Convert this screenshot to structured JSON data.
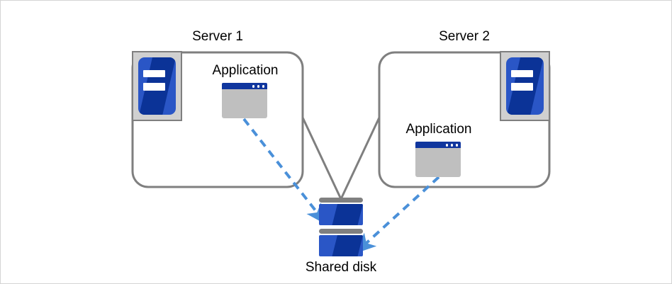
{
  "diagram": {
    "title_hidden": "",
    "colors": {
      "box_stroke": "#7f7f7f",
      "connector": "#7f7f7f",
      "arrow": "#4a90d9",
      "icon_blue": "#2a56c6",
      "icon_blue_dark": "#0b3397",
      "icon_frame_gray": "#d0d0d0",
      "window_body_gray": "#bfbfbf",
      "titlebar_blue": "#10369e",
      "canvas_border": "#d4d4d4",
      "text": "#000000"
    },
    "servers": [
      {
        "id": "server-1",
        "label": "Server 1",
        "app_label": "Application",
        "machine_icon": "server-machine-icon",
        "app_icon": "application-window-icon"
      },
      {
        "id": "server-2",
        "label": "Server 2",
        "app_label": "Application",
        "machine_icon": "server-machine-icon",
        "app_icon": "application-window-icon"
      }
    ],
    "storage": {
      "id": "shared-disk",
      "label": "Shared disk",
      "icon": "database-disk-icon"
    },
    "connections": [
      {
        "from": "server-1",
        "to": "shared-disk",
        "style": "solid",
        "kind": "cluster-link"
      },
      {
        "from": "server-2",
        "to": "shared-disk",
        "style": "solid",
        "kind": "cluster-link"
      },
      {
        "from": "server-1-application",
        "to": "shared-disk",
        "style": "dashed",
        "kind": "data-access-arrow"
      },
      {
        "from": "server-2-application",
        "to": "shared-disk",
        "style": "dashed",
        "kind": "data-access-arrow"
      }
    ]
  }
}
